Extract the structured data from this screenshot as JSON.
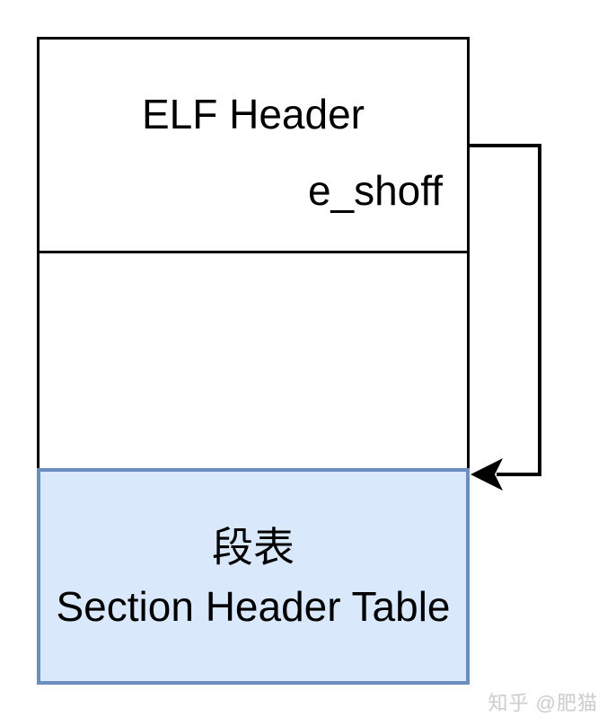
{
  "diagram": {
    "elf_header_box": {
      "title": "ELF Header",
      "field_label": "e_shoff"
    },
    "section_header_table_box": {
      "line1": "段表",
      "line2": "Section Header Table"
    },
    "colors": {
      "box_border": "#000000",
      "table_fill": "#dae8fc",
      "table_border": "#6c8ebf",
      "arrow": "#000000",
      "watermark": "#cfcfcf"
    }
  },
  "watermark": {
    "text": "知乎 @肥猫"
  }
}
